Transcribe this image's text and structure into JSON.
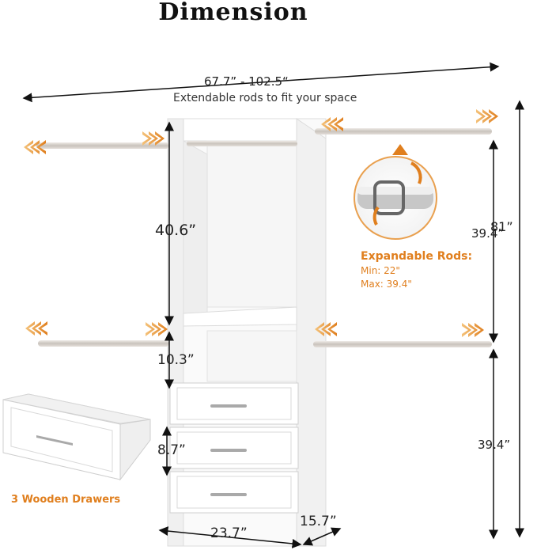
{
  "title": "Dimension",
  "overall_width": "67.7” - 102.5“",
  "overall_subtitle": "Extendable rods to fit your space",
  "dims": {
    "upper_section": "40.6”",
    "middle_gap": "10.3”",
    "drawer_height": "8.7”",
    "width": "23.7”",
    "depth": "15.7”",
    "rod_upper": "39.4”",
    "total_height": "81”",
    "rod_lower": "39.4”"
  },
  "expandable": {
    "title": "Expandable Rods:",
    "min": "Min: 22\"",
    "max": "Max: 39.4\""
  },
  "drawers_label": "3 Wooden Drawers",
  "colors": {
    "accent": "#e07f1e",
    "rod": "#cfcac4",
    "panel": "#ffffff",
    "outline": "#d8d8d8"
  },
  "icons": [
    "expand-arrow-icon",
    "rotate-icon"
  ]
}
